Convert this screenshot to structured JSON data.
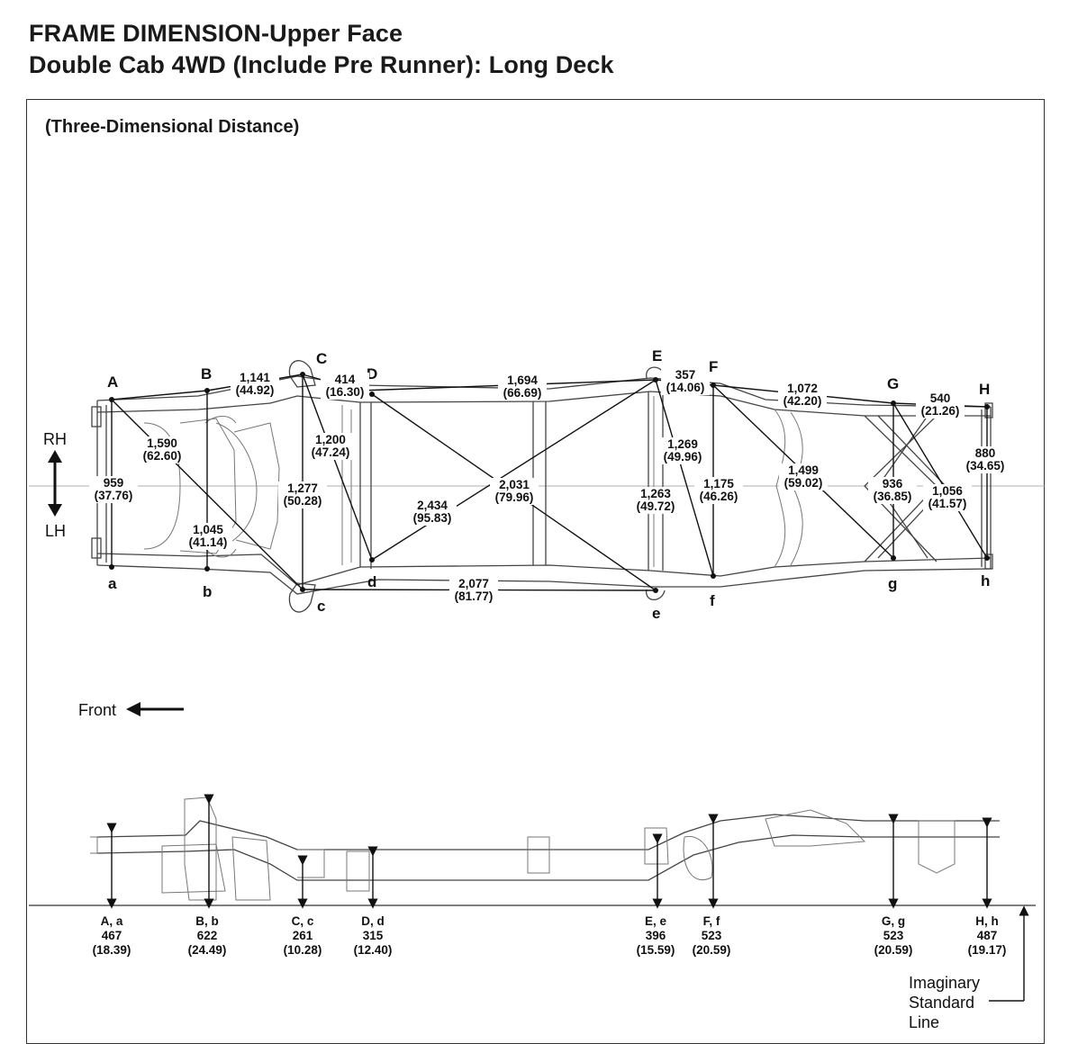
{
  "title_line1": "FRAME DIMENSION-Upper Face",
  "title_line2": "Double Cab 4WD (Include Pre Runner): Long Deck",
  "subtitle": "(Three-Dimensional Distance)",
  "rh_label": "RH",
  "lh_label": "LH",
  "front_label": "Front",
  "imaginary_line": [
    "Imaginary",
    "Standard",
    "Line"
  ],
  "points_upper": [
    "A",
    "B",
    "C",
    "D",
    "E",
    "F",
    "G",
    "H"
  ],
  "points_lower": [
    "a",
    "b",
    "c",
    "d",
    "e",
    "f",
    "g",
    "h"
  ],
  "dimensions": [
    {
      "mm": "1,141",
      "in": "(44.92)"
    },
    {
      "mm": "414",
      "in": "(16.30)"
    },
    {
      "mm": "1,694",
      "in": "(66.69)"
    },
    {
      "mm": "357",
      "in": "(14.06)"
    },
    {
      "mm": "1,072",
      "in": "(42.20)"
    },
    {
      "mm": "540",
      "in": "(21.26)"
    },
    {
      "mm": "880",
      "in": "(34.65)"
    },
    {
      "mm": "1,590",
      "in": "(62.60)"
    },
    {
      "mm": "1,200",
      "in": "(47.24)"
    },
    {
      "mm": "959",
      "in": "(37.76)"
    },
    {
      "mm": "1,277",
      "in": "(50.28)"
    },
    {
      "mm": "2,031",
      "in": "(79.96)"
    },
    {
      "mm": "1,269",
      "in": "(49.96)"
    },
    {
      "mm": "1,499",
      "in": "(59.02)"
    },
    {
      "mm": "1,175",
      "in": "(46.26)"
    },
    {
      "mm": "1,263",
      "in": "(49.72)"
    },
    {
      "mm": "2,434",
      "in": "(95.83)"
    },
    {
      "mm": "936",
      "in": "(36.85)"
    },
    {
      "mm": "1,056",
      "in": "(41.57)"
    },
    {
      "mm": "1,045",
      "in": "(41.14)"
    },
    {
      "mm": "2,077",
      "in": "(81.77)"
    }
  ],
  "heights": [
    {
      "pt": "A, a",
      "mm": "467",
      "in": "(18.39)"
    },
    {
      "pt": "B, b",
      "mm": "622",
      "in": "(24.49)"
    },
    {
      "pt": "C, c",
      "mm": "261",
      "in": "(10.28)"
    },
    {
      "pt": "D, d",
      "mm": "315",
      "in": "(12.40)"
    },
    {
      "pt": "E, e",
      "mm": "396",
      "in": "(15.59)"
    },
    {
      "pt": "F, f",
      "mm": "523",
      "in": "(20.59)"
    },
    {
      "pt": "G, g",
      "mm": "523",
      "in": "(20.59)"
    },
    {
      "pt": "H, h",
      "mm": "487",
      "in": "(19.17)"
    }
  ]
}
